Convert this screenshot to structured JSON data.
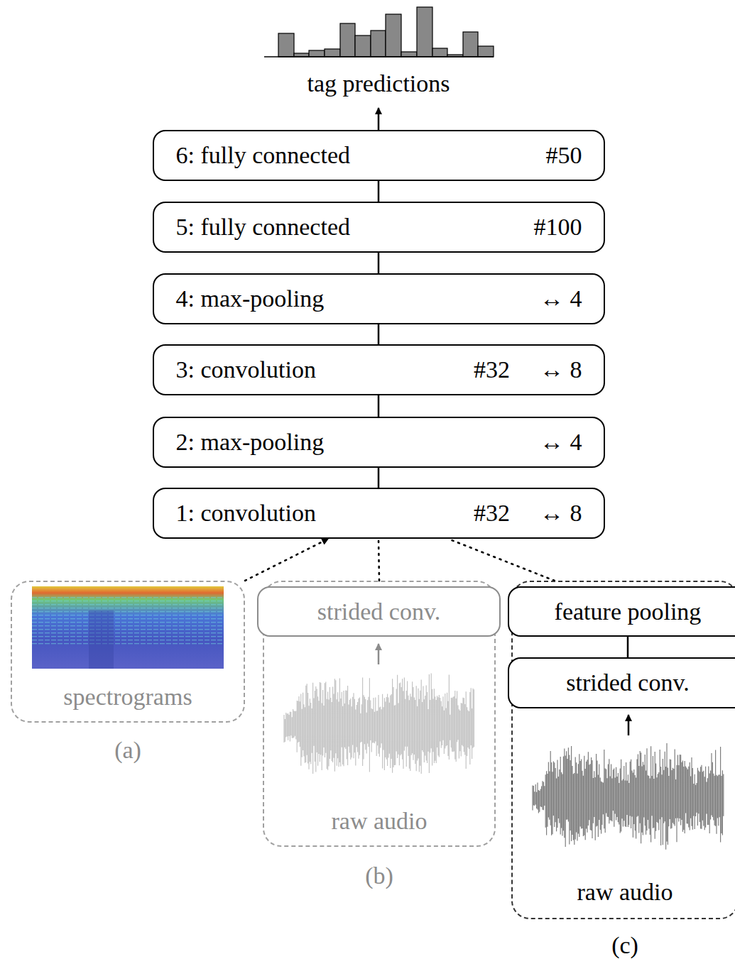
{
  "diagram": {
    "nodes": [
      {
        "text": [
          "6: fully connected",
          "#50"
        ]
      },
      {
        "text": [
          "5: fully connected",
          "#100"
        ]
      },
      {
        "text": [
          "4: max-pooling",
          "↔ 4"
        ]
      },
      {
        "text": [
          "3: convolution",
          "#32",
          "↔ 8"
        ]
      },
      {
        "text": [
          "2: max-pooling",
          "↔ 4"
        ]
      },
      {
        "text": [
          "1: convolution",
          "#32",
          "↔ 8"
        ]
      },
      {
        "text": [
          "spectrograms",
          "(a)"
        ]
      },
      {
        "text": [
          "raw audio",
          "(b)"
        ]
      },
      {
        "text": [
          "strided conv."
        ],
        "in": 7
      },
      {
        "text": [
          "raw audio",
          "(c)"
        ]
      },
      {
        "text": [
          "feature pooling"
        ],
        "in": 9
      },
      {
        "text": [
          "strided conv."
        ],
        "in": 9
      }
    ],
    "edges": [
      {
        "from": 5,
        "to": 4,
        "arrow": "none"
      },
      {
        "from": 4,
        "to": 3,
        "arrow": "none"
      },
      {
        "from": 3,
        "to": 2,
        "arrow": "none"
      },
      {
        "from": 2,
        "to": 1,
        "arrow": "none"
      },
      {
        "from": 1,
        "to": 0,
        "arrow": "none"
      },
      {
        "from": 6,
        "to": 5,
        "arrow": "to"
      },
      {
        "from": 7,
        "to": 5,
        "arrow": "none"
      },
      {
        "from": 9,
        "to": 5,
        "arrow": "none"
      },
      {
        "from": 11,
        "to": 10,
        "arrow": "none"
      }
    ],
    "labels": [
      "tag predictions"
    ]
  }
}
